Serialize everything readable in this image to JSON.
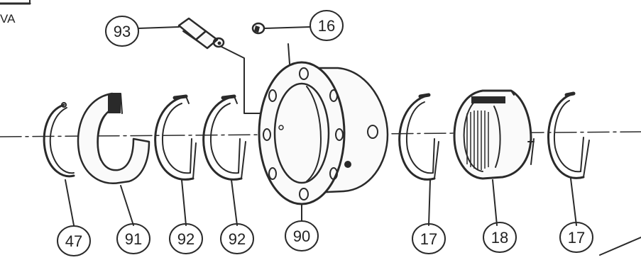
{
  "corner_label": "VA",
  "callouts": [
    {
      "id": "c47",
      "text": "47"
    },
    {
      "id": "c91",
      "text": "91"
    },
    {
      "id": "c92a",
      "text": "92"
    },
    {
      "id": "c92b",
      "text": "92"
    },
    {
      "id": "c90",
      "text": "90"
    },
    {
      "id": "c17a",
      "text": "17"
    },
    {
      "id": "c18",
      "text": "18"
    },
    {
      "id": "c17b",
      "text": "17"
    },
    {
      "id": "c93",
      "text": "93"
    },
    {
      "id": "c16",
      "text": "16"
    }
  ],
  "colors": {
    "ink": "#2a2a2a",
    "paper": "#ffffff"
  }
}
